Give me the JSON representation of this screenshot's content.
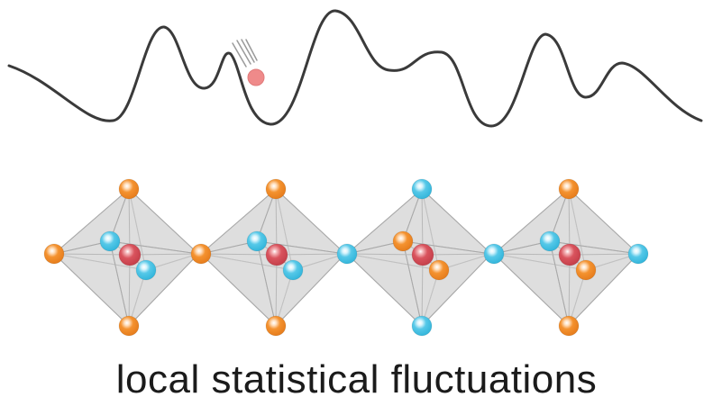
{
  "caption": "local statistical fluctuations",
  "colors": {
    "landscape_line": "#3a3a3a",
    "ball": "#ef8a8a",
    "octahedron_fill": "#d6d6d6",
    "octahedron_edge": "#a9a9a9",
    "atom_orange": "#f28c33",
    "atom_blue": "#4bc4e6",
    "atom_red": "#d9535d"
  },
  "landscape": {
    "shape": "rugged energy landscape with multiple minima",
    "ball_motion": "falling into a local minimum"
  },
  "octahedra": [
    {
      "top": "orange",
      "bottom": "orange",
      "left": "orange",
      "front": "blue",
      "back": "blue",
      "center": "red"
    },
    {
      "top": "orange",
      "bottom": "orange",
      "left": "orange",
      "front": "blue",
      "back": "blue",
      "center": "red"
    },
    {
      "top": "blue",
      "bottom": "blue",
      "left": "blue",
      "front": "orange",
      "back": "orange",
      "center": "red"
    },
    {
      "top": "orange",
      "bottom": "orange",
      "left": "blue",
      "front": "orange",
      "back": "blue",
      "center": "red",
      "right": "blue"
    }
  ]
}
